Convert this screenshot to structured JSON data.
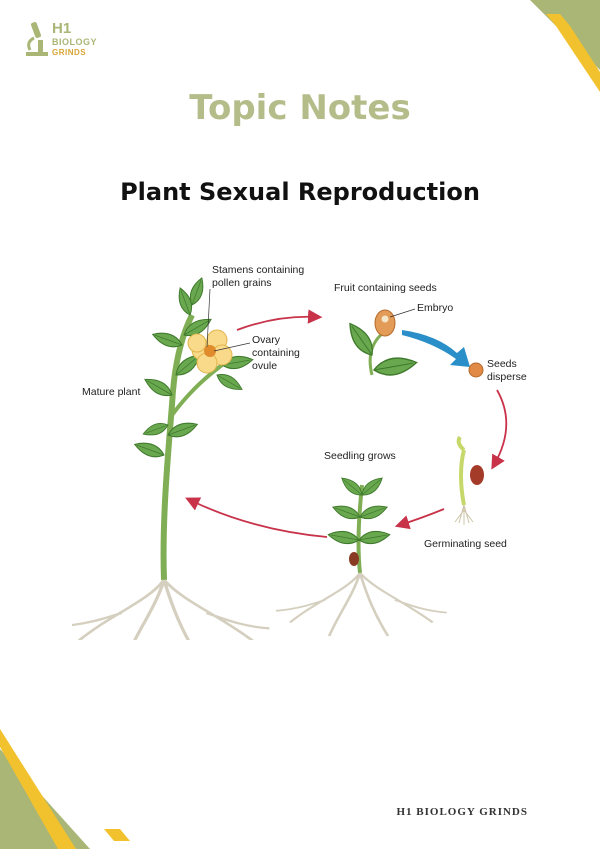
{
  "brand": {
    "logo_line1": "H1",
    "logo_line2": "BIOLOGY",
    "logo_line3": "GRINDS",
    "footer": "H1 BIOLOGY GRINDS"
  },
  "page": {
    "title": "Topic Notes",
    "subtitle": "Plant Sexual Reproduction"
  },
  "diagram": {
    "stamens": [
      "Stamens containing",
      "pollen grains"
    ],
    "ovary": [
      "Ovary",
      "containing",
      "ovule"
    ],
    "mature_plant": "Mature plant",
    "fruit": "Fruit containing seeds",
    "embryo": "Embryo",
    "seeds_disperse": [
      "Seeds",
      "disperse"
    ],
    "seedling_grows": "Seedling grows",
    "germinating_seed": "Germinating seed"
  },
  "colors": {
    "accent_green": "#a9b676",
    "accent_yellow": "#f2c12e",
    "arrow_red": "#c8334a",
    "leaf_green": "#6aa84f"
  }
}
